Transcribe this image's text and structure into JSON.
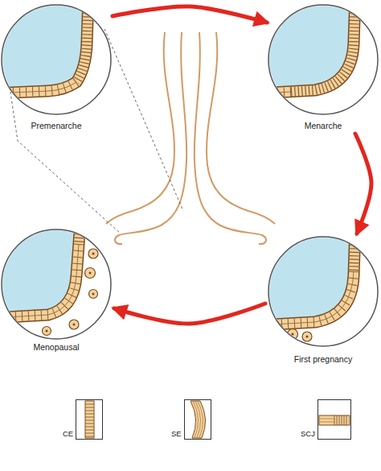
{
  "diagram": {
    "nodes": [
      {
        "text": [
          "Premenarche"
        ]
      },
      {
        "text": [
          "Menarche"
        ]
      },
      {
        "text": [
          "Menopausal"
        ]
      },
      {
        "text": [
          "First pregnancy"
        ]
      }
    ],
    "edges": [
      {
        "from": 0,
        "to": 1,
        "arrow": "to"
      },
      {
        "from": 1,
        "to": 3,
        "arrow": "to"
      },
      {
        "from": 3,
        "to": 2,
        "arrow": "to"
      }
    ],
    "legend": [
      {
        "text": "CE"
      },
      {
        "text": "SE"
      },
      {
        "text": "SCJ"
      }
    ]
  }
}
